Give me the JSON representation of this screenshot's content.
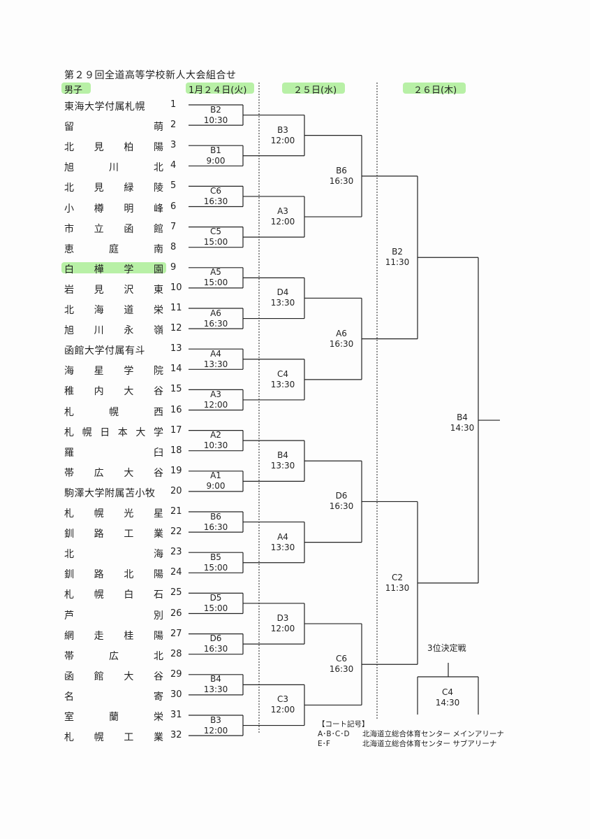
{
  "title": "第２９回全道高等学校新人大会組合せ",
  "division": "男子",
  "days": [
    "1月２４日(火)",
    "２５日(水)",
    "２６日(木)"
  ],
  "teams": [
    "東海大学付属札幌",
    "留萌",
    "北見柏陽",
    "旭川北",
    "北見緑陵",
    "小樽明峰",
    "市立函館",
    "恵庭南",
    "白樺学園",
    "岩見沢東",
    "北海道栄",
    "旭川永嶺",
    "函館大学付属有斗",
    "海星学院",
    "稚内大谷",
    "札幌西",
    "札幌日本大学",
    "羅臼",
    "帯広大谷",
    "駒澤大学附属苫小牧",
    "札幌光星",
    "釧路工業",
    "北海",
    "釧路北陽",
    "札幌白石",
    "芦別",
    "網走桂陽",
    "帯広北",
    "函館大谷",
    "名寄",
    "室蘭栄",
    "札幌工業"
  ],
  "seeds": [
    "1",
    "2",
    "3",
    "4",
    "5",
    "6",
    "7",
    "8",
    "9",
    "10",
    "11",
    "12",
    "13",
    "14",
    "15",
    "16",
    "17",
    "18",
    "19",
    "20",
    "21",
    "22",
    "23",
    "24",
    "25",
    "26",
    "27",
    "28",
    "29",
    "30",
    "31",
    "32"
  ],
  "round1": [
    {
      "court": "B2",
      "time": "10:30"
    },
    {
      "court": "B1",
      "time": "9:00"
    },
    {
      "court": "C6",
      "time": "16:30"
    },
    {
      "court": "C5",
      "time": "15:00"
    },
    {
      "court": "A5",
      "time": "15:00"
    },
    {
      "court": "A6",
      "time": "16:30"
    },
    {
      "court": "A4",
      "time": "13:30"
    },
    {
      "court": "A3",
      "time": "12:00"
    },
    {
      "court": "A2",
      "time": "10:30"
    },
    {
      "court": "A1",
      "time": "9:00"
    },
    {
      "court": "B6",
      "time": "16:30"
    },
    {
      "court": "B5",
      "time": "15:00"
    },
    {
      "court": "D5",
      "time": "15:00"
    },
    {
      "court": "D6",
      "time": "16:30"
    },
    {
      "court": "B4",
      "time": "13:30"
    },
    {
      "court": "B3",
      "time": "12:00"
    }
  ],
  "round2": [
    {
      "court": "B3",
      "time": "12:00"
    },
    {
      "court": "A3",
      "time": "12:00"
    },
    {
      "court": "D4",
      "time": "13:30"
    },
    {
      "court": "C4",
      "time": "13:30"
    },
    {
      "court": "B4",
      "time": "13:30"
    },
    {
      "court": "A4",
      "time": "13:30"
    },
    {
      "court": "D3",
      "time": "12:00"
    },
    {
      "court": "C3",
      "time": "12:00"
    }
  ],
  "round3": [
    {
      "court": "B6",
      "time": "16:30"
    },
    {
      "court": "A6",
      "time": "16:30"
    },
    {
      "court": "D6",
      "time": "16:30"
    },
    {
      "court": "C6",
      "time": "16:30"
    }
  ],
  "semis": [
    {
      "court": "B2",
      "time": "11:30"
    },
    {
      "court": "C2",
      "time": "11:30"
    }
  ],
  "final": {
    "court": "B4",
    "time": "14:30"
  },
  "third_place": {
    "label": "3位決定戦",
    "court": "C4",
    "time": "14:30"
  },
  "legend": {
    "heading": "【コート記号】",
    "rows": [
      {
        "code": "A･B･C･D",
        "place": "北海道立総合体育センター メインアリーナ"
      },
      {
        "code": "E･F",
        "place": "北海道立総合体育センター サブアリーナ"
      }
    ]
  },
  "highlight_color": "#b8f0a6"
}
